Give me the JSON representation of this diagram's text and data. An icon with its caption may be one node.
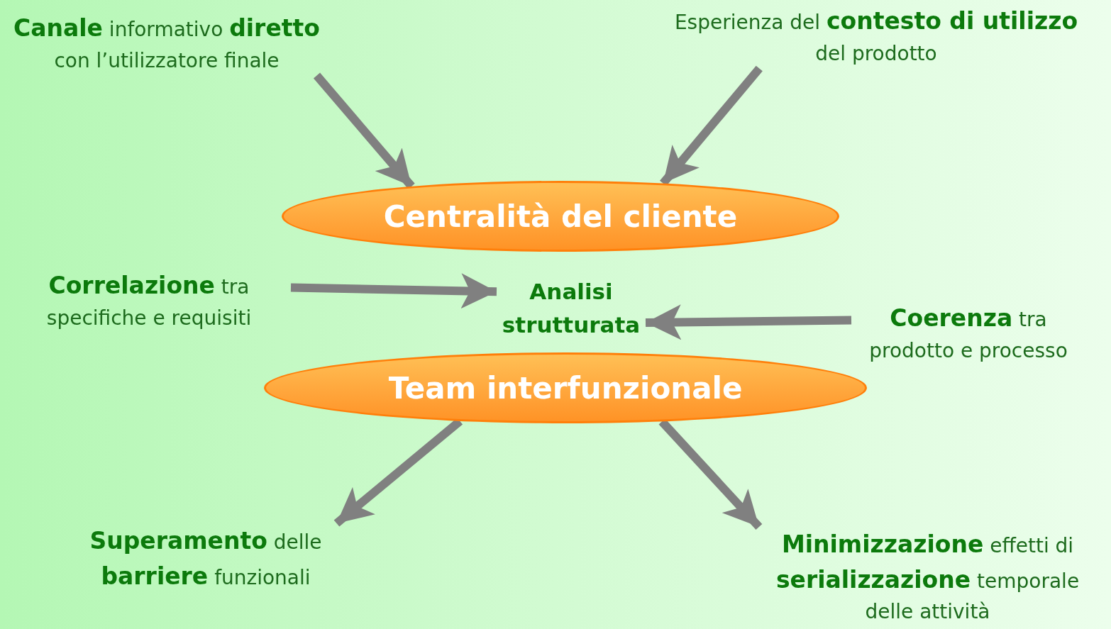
{
  "diagram": {
    "nodes": [
      {
        "text": [
          "**Canale** informativo **diretto** con l’utilizzatore finale"
        ]
      },
      {
        "text": [
          "Esperienza del **contesto di utilizzo** del prodotto"
        ]
      },
      {
        "text": [
          "Centralità del cliente"
        ]
      },
      {
        "text": [
          "**Correlazione** tra specifiche e requisiti"
        ]
      },
      {
        "text": [
          "Analisi strutturata"
        ]
      },
      {
        "text": [
          "**Coerenza** tra prodotto e processo"
        ]
      },
      {
        "text": [
          "Team interfunzionale"
        ]
      },
      {
        "text": [
          "**Superamento** delle **barriere** funzionali"
        ]
      },
      {
        "text": [
          "**Minimizzazione** effetti di **serializzazione** temporale delle attività"
        ]
      }
    ],
    "edges": [
      {
        "from": 0,
        "to": 2,
        "arrow": "to"
      },
      {
        "from": 1,
        "to": 2,
        "arrow": "to"
      },
      {
        "from": 3,
        "to": 4,
        "arrow": "to"
      },
      {
        "from": 5,
        "to": 4,
        "arrow": "to"
      },
      {
        "from": 6,
        "to": 7,
        "arrow": "to"
      },
      {
        "from": 6,
        "to": 8,
        "arrow": "to"
      }
    ]
  }
}
